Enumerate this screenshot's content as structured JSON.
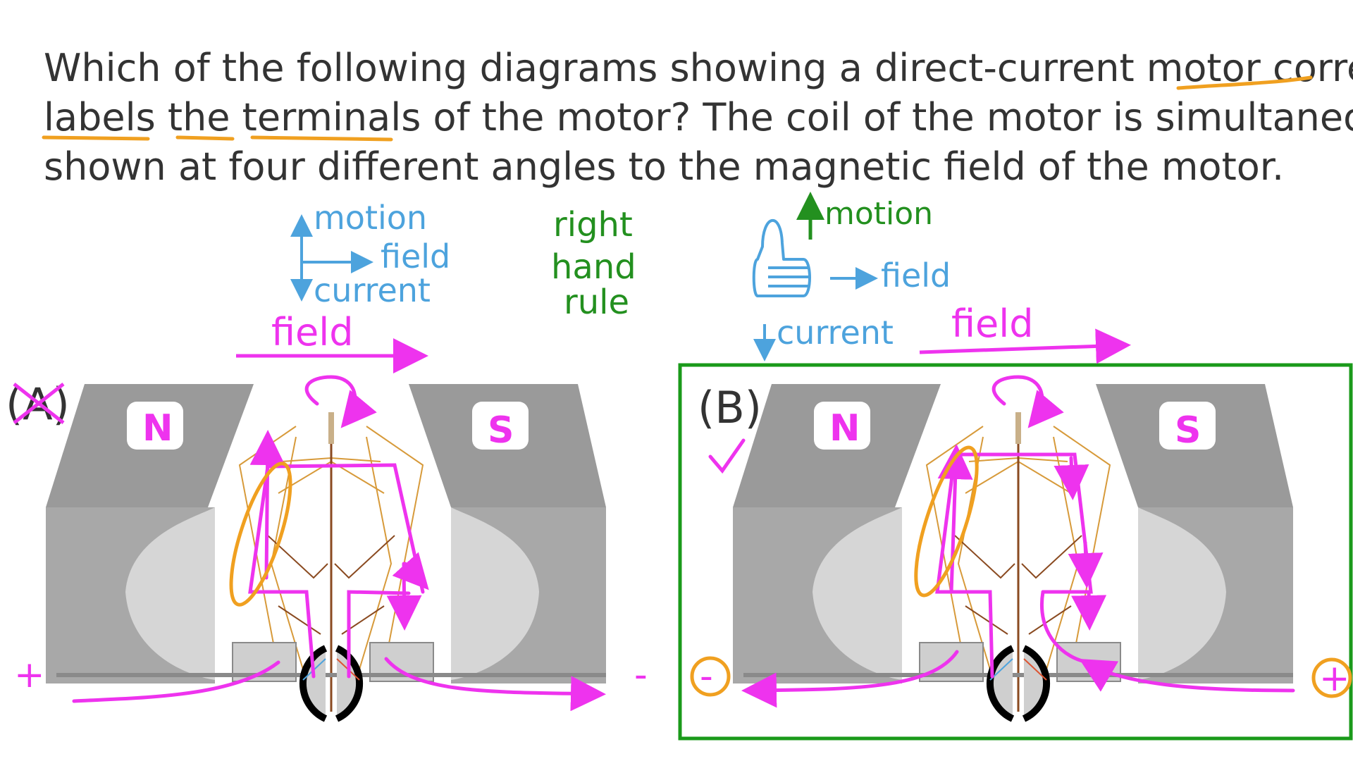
{
  "question": {
    "line1": "Which of the following diagrams showing a direct-current motor correctly",
    "line2": "labels the terminals of the motor? The coil of the motor is simultaneously",
    "line3": "shown at four different angles to the magnetic field of the motor."
  },
  "rule_key": {
    "motion": "motion",
    "field": "field",
    "current": "current",
    "right_hand_rule": [
      "right",
      "hand",
      "rule"
    ]
  },
  "thumb_key": {
    "motion": "motion",
    "field": "field",
    "current": "current"
  },
  "diagram_a": {
    "label": "(A)",
    "field_label": "field",
    "north": "N",
    "south": "S",
    "left_terminal": "+",
    "right_terminal": "-"
  },
  "diagram_b": {
    "label": "(B)",
    "field_label": "field",
    "north": "N",
    "south": "S",
    "left_terminal": "-",
    "right_terminal": "+"
  },
  "colors": {
    "ink": "#333333",
    "annotation_pink": "#ee33ee",
    "key_blue": "#4da3dd",
    "rule_green": "#23901f",
    "highlight_orange": "#f0a020",
    "magnet_gray": "#a6a6a6",
    "pole_face": "#d6d6d6",
    "coil_copper": "#d79a3a",
    "frame_green": "#1a9a1a"
  }
}
